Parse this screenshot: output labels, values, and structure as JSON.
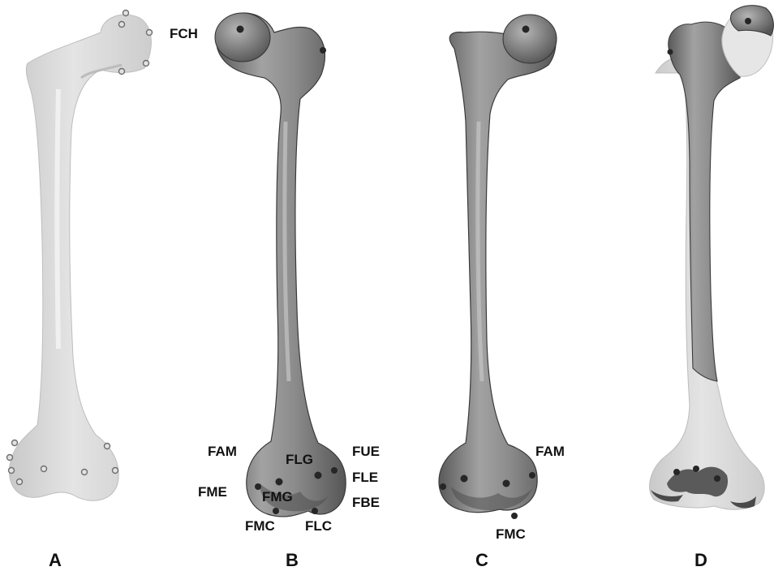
{
  "figure": {
    "panels": [
      {
        "id": "A",
        "label": "A"
      },
      {
        "id": "B",
        "label": "B"
      },
      {
        "id": "C",
        "label": "C"
      },
      {
        "id": "D",
        "label": "D"
      }
    ],
    "landmarks_b": [
      "FCH",
      "FAM",
      "FLG",
      "FUE",
      "FLE",
      "FME",
      "FMG",
      "FBE",
      "FMC",
      "FLC"
    ],
    "landmarks_c": [
      "FAM",
      "FMC"
    ],
    "colors": {
      "background": "#ffffff",
      "bone_light": "#d9d9d9",
      "bone_dark": "#8a8a8a",
      "bone_shadow": "#4a4a4a",
      "landmark_dot": "#2a2a2a",
      "text": "#111111"
    }
  }
}
